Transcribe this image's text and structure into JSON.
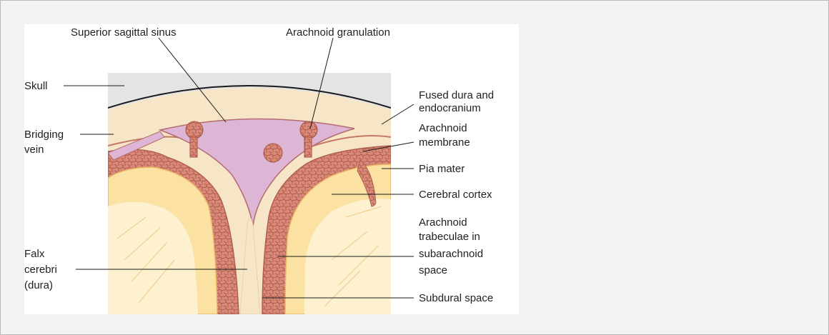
{
  "diagram": {
    "labels": {
      "superior_sagittal_sinus": "Superior sagittal sinus",
      "arachnoid_granulation": "Arachnoid granulation",
      "skull": "Skull",
      "fused_dura_line1": "Fused dura and",
      "fused_dura_line2": "endocranium",
      "bridging_vein_line1": "Bridging",
      "bridging_vein_line2": "vein",
      "arachnoid_membrane_line1": "Arachnoid",
      "arachnoid_membrane_line2": " membrane",
      "pia_mater": "Pia mater",
      "cerebral_cortex": "Cerebral cortex",
      "arachnoid_trabeculae_line1": "Arachnoid",
      "arachnoid_trabeculae_line2": "trabeculae in",
      "arachnoid_trabeculae_line3": "subarachnoid",
      "arachnoid_trabeculae_line4": "space",
      "falx_line1": "Falx",
      "falx_line2": "cerebri",
      "falx_line3": "(dura)",
      "subdural_space": "Subdural space"
    },
    "colors": {
      "background": "#f3f3f3",
      "skull": "#e4e4e6",
      "dura": "#f6e5c6",
      "sinus": "#dcb6d4",
      "arachnoid": "#d9897a",
      "brain": "#fbe2a2",
      "white_matter": "#fdf1cf"
    }
  }
}
